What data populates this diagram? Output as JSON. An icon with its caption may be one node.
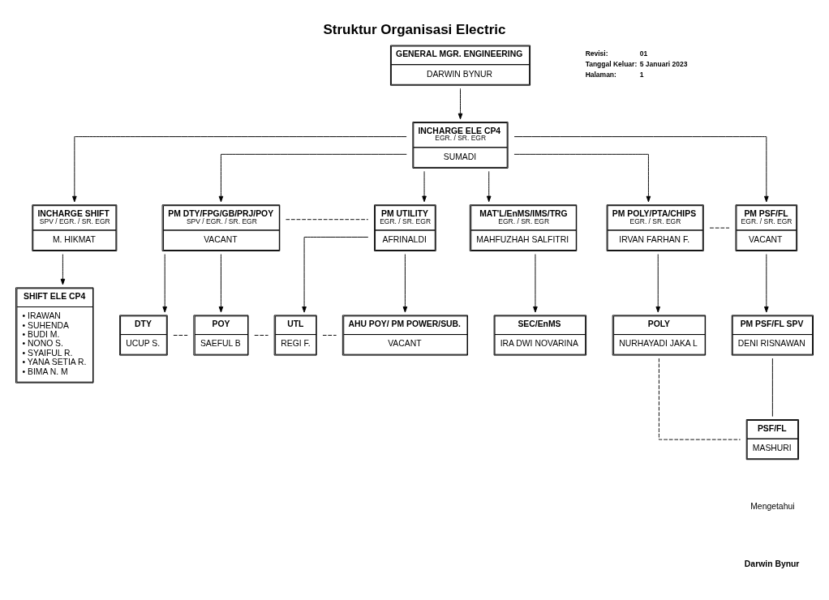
{
  "diagram": {
    "title": "Struktur Organisasi Electric",
    "nodes": [
      {
        "text": [
          "GENERAL MGR. ENGINEERING",
          "DARWIN BYNUR"
        ]
      },
      {
        "text": [
          "INCHARGE ELE CP4",
          "EGR. / SR. EGR",
          "SUMADI"
        ]
      },
      {
        "text": [
          "INCHARGE SHIFT",
          "SPV / EGR. / SR. EGR",
          "M. HIKMAT"
        ]
      },
      {
        "text": [
          "PM DTY/FPG/GB/PRJ/POY",
          "SPV / EGR. / SR. EGR",
          "VACANT"
        ]
      },
      {
        "text": [
          "PM UTILITY",
          "EGR. / SR. EGR",
          "AFRINALDI"
        ]
      },
      {
        "text": [
          "MAT'L/EnMS/IMS/TRG",
          "EGR. / SR. EGR",
          "MAHFUZHAH SALFITRI"
        ]
      },
      {
        "text": [
          "PM POLY/PTA/CHIPS",
          "EGR. / SR. EGR",
          "IRVAN FARHAN F."
        ]
      },
      {
        "text": [
          "PM PSF/FL",
          "EGR. / SR. EGR",
          "VACANT"
        ]
      },
      {
        "text": [
          "SHIFT ELE CP4",
          "• IRAWAN",
          "• SUHENDA",
          "• BUDI M.",
          "• NONO S.",
          "• SYAIFUL R.",
          "• YANA SETIA R.",
          "• BIMA N. M"
        ]
      },
      {
        "text": [
          "DTY",
          "UCUP S."
        ]
      },
      {
        "text": [
          "POY",
          "SAEFUL B"
        ]
      },
      {
        "text": [
          "UTL",
          "REGI F."
        ]
      },
      {
        "text": [
          "AHU POY/ PM POWER/SUB.",
          "VACANT"
        ]
      },
      {
        "text": [
          "SEC/EnMS",
          "IRA DWI NOVARINA"
        ]
      },
      {
        "text": [
          "PM PSF/FL SPV",
          "DENI RISNAWAN"
        ]
      },
      {
        "text": [
          "POLY",
          "NURHAYADI JAKA L"
        ]
      },
      {
        "text": [
          "PSF/FL",
          "MASHURI"
        ]
      }
    ],
    "edges": [
      {
        "from": 0,
        "to": 1,
        "arrow": "to"
      },
      {
        "from": 1,
        "to": 2,
        "arrow": "to"
      },
      {
        "from": 1,
        "to": 3,
        "arrow": "to"
      },
      {
        "from": 1,
        "to": 4,
        "arrow": "to"
      },
      {
        "from": 1,
        "to": 5,
        "arrow": "to"
      },
      {
        "from": 1,
        "to": 6,
        "arrow": "to"
      },
      {
        "from": 1,
        "to": 7,
        "arrow": "to"
      },
      {
        "from": 2,
        "to": 8,
        "arrow": "to"
      },
      {
        "from": 3,
        "to": 9,
        "arrow": "to"
      },
      {
        "from": 3,
        "to": 10,
        "arrow": "to"
      },
      {
        "from": 4,
        "to": 11,
        "arrow": "to"
      },
      {
        "from": 4,
        "to": 12,
        "arrow": "to"
      },
      {
        "from": 5,
        "to": 13,
        "arrow": "to"
      },
      {
        "from": 6,
        "to": 15,
        "arrow": "to"
      },
      {
        "from": 7,
        "to": 14,
        "arrow": "to"
      },
      {
        "from": 14,
        "to": 16,
        "arrow": "none"
      },
      {
        "from": 3,
        "to": 4,
        "arrow": "none",
        "style": "dashed"
      },
      {
        "from": 6,
        "to": 7,
        "arrow": "none",
        "style": "dashed"
      },
      {
        "from": 9,
        "to": 10,
        "arrow": "none",
        "style": "dashed"
      },
      {
        "from": 10,
        "to": 11,
        "arrow": "none",
        "style": "dashed"
      },
      {
        "from": 11,
        "to": 12,
        "arrow": "none",
        "style": "dashed"
      },
      {
        "from": 15,
        "to": 16,
        "arrow": "none",
        "style": "dashed"
      }
    ],
    "labels": [
      "Revisi:",
      "01",
      "Tanggal Keluar:",
      "5 Januari 2023",
      "Halaman:",
      "1",
      "Mengetahui",
      "Darwin Bynur"
    ]
  }
}
